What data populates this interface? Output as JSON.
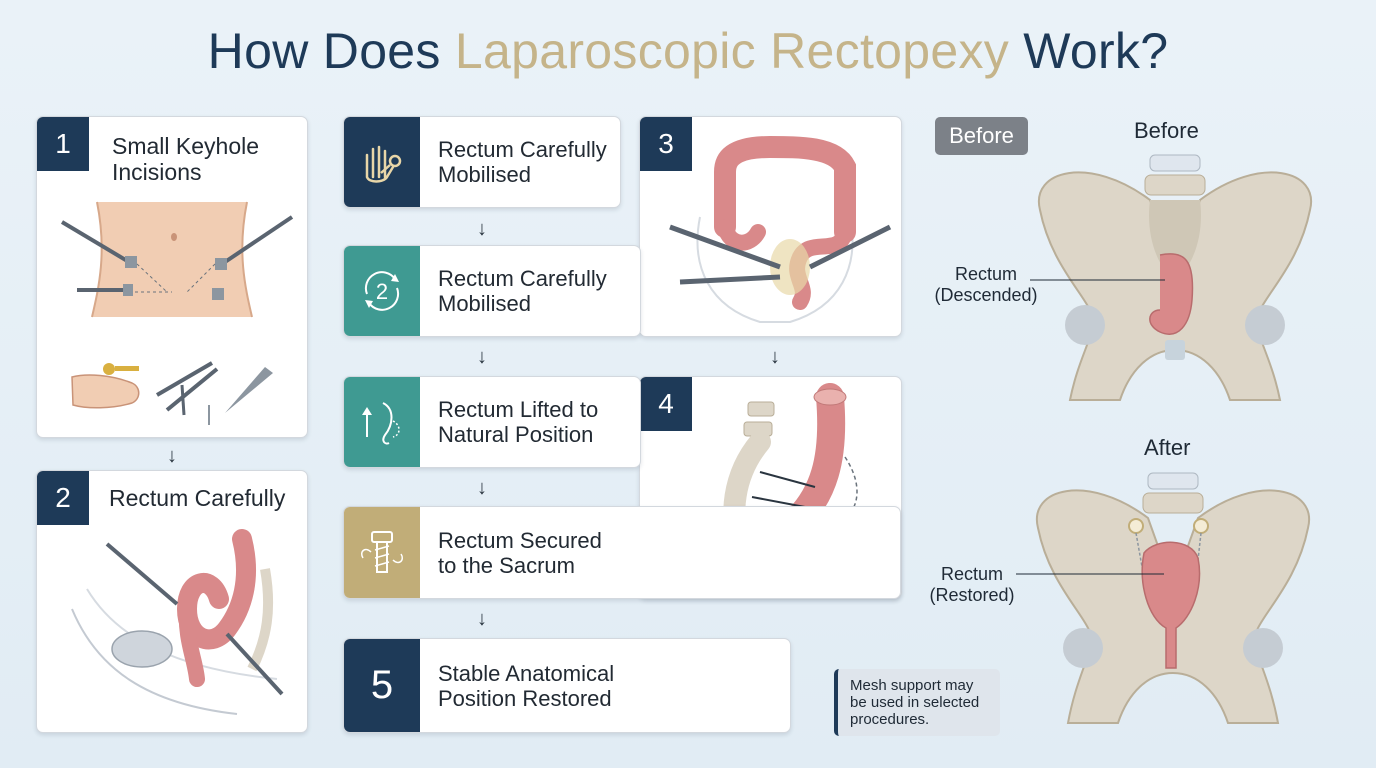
{
  "title": {
    "part1": "How Does",
    "part2": "Laparoscopic Rectopexy",
    "part3": "Work?"
  },
  "cards": {
    "incisions": {
      "number": "1",
      "title_line1": "Small Keyhole",
      "title_line2": "Incisions"
    },
    "mobilise_image": {
      "number": "2",
      "title": "Rectum Carefully"
    },
    "colon_image": {
      "number": "3"
    },
    "lift_image": {
      "number": "4"
    }
  },
  "steps": [
    {
      "line1": "Rectum Carefully",
      "line2": "Mobilised",
      "icon": "hand-key-icon"
    },
    {
      "number": "2",
      "line1": "Rectum Carefully",
      "line2": "Mobilised",
      "icon": "cycle-icon"
    },
    {
      "line1": "Rectum Lifted to",
      "line2": "Natural Position",
      "icon": "lift-arrow-icon"
    },
    {
      "line1": "Rectum Secured",
      "line2": "to the Sacrum",
      "icon": "screw-icon"
    },
    {
      "number": "5",
      "line1": "Stable Anatomical",
      "line2": "Position Restored"
    }
  ],
  "comparison": {
    "badge": "Before",
    "before_heading": "Before",
    "after_heading": "After",
    "before_label_line1": "Rectum",
    "before_label_line2": "(Descended)",
    "after_label_line1": "Rectum",
    "after_label_line2": "(Restored)"
  },
  "note": {
    "line1": "Mesh support may",
    "line2": "be used in selected",
    "line3": "procedures."
  },
  "arrow_glyph": "↓",
  "colors": {
    "navy": "#1e3a58",
    "teal": "#3f9a92",
    "gold": "#c1ad78",
    "title_gold": "#c5b48a",
    "rectum_pink": "#d9898a",
    "bone": "#ddd6c8"
  }
}
